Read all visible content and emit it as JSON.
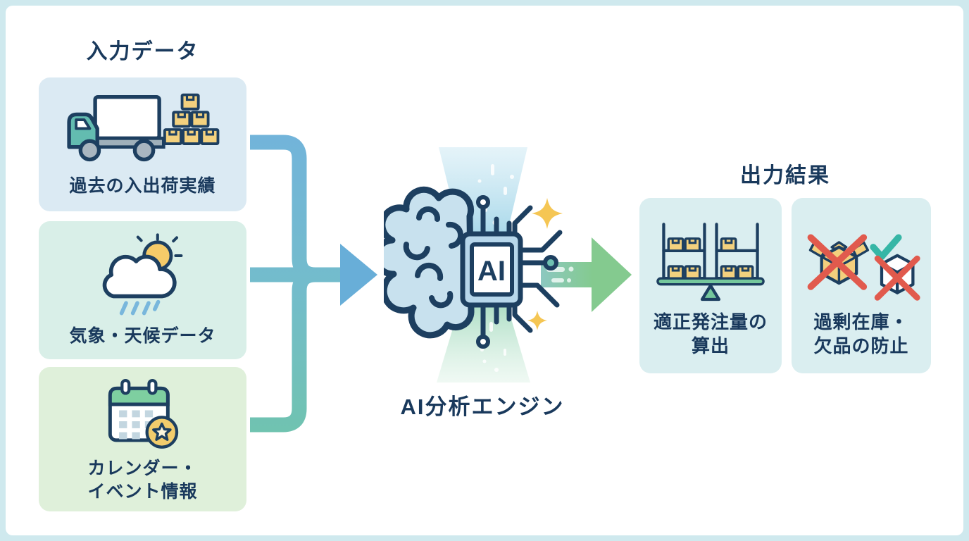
{
  "colors": {
    "frame": "#cfe9ee",
    "text_navy": "#19395c",
    "outline_navy": "#1d3f60",
    "arrow_blue": "#6cb0d8",
    "arrow_teal": "#70c3b0",
    "arrow_green": "#7fca8c",
    "card_blue": "#dbeaf3",
    "card_mint": "#d9efe8",
    "card_green": "#dff0da",
    "card_output": "#daeef0",
    "box_yellow": "#f3d17e",
    "truck_teal": "#63bcb0",
    "check_teal": "#36b6a6",
    "cross_red": "#e15a4d",
    "balance_green": "#74c79c",
    "sparkle_yellow": "#f5c654"
  },
  "input": {
    "title": "入力データ",
    "cards": [
      {
        "id": "shipping-records",
        "label": "過去の入出荷実績"
      },
      {
        "id": "weather-data",
        "label": "気象・天候データ"
      },
      {
        "id": "calendar-events",
        "label_line1": "カレンダー・",
        "label_line2": "イベント情報"
      }
    ]
  },
  "engine": {
    "chip_text": "AI",
    "label": "AI分析エンジン"
  },
  "output": {
    "title": "出力結果",
    "cards": [
      {
        "id": "optimal-order-quantity",
        "label_line1": "適正発注量の",
        "label_line2": "算出"
      },
      {
        "id": "prevent-stock-issues",
        "label_line1": "過剰在庫・",
        "label_line2": "欠品の防止"
      }
    ]
  }
}
